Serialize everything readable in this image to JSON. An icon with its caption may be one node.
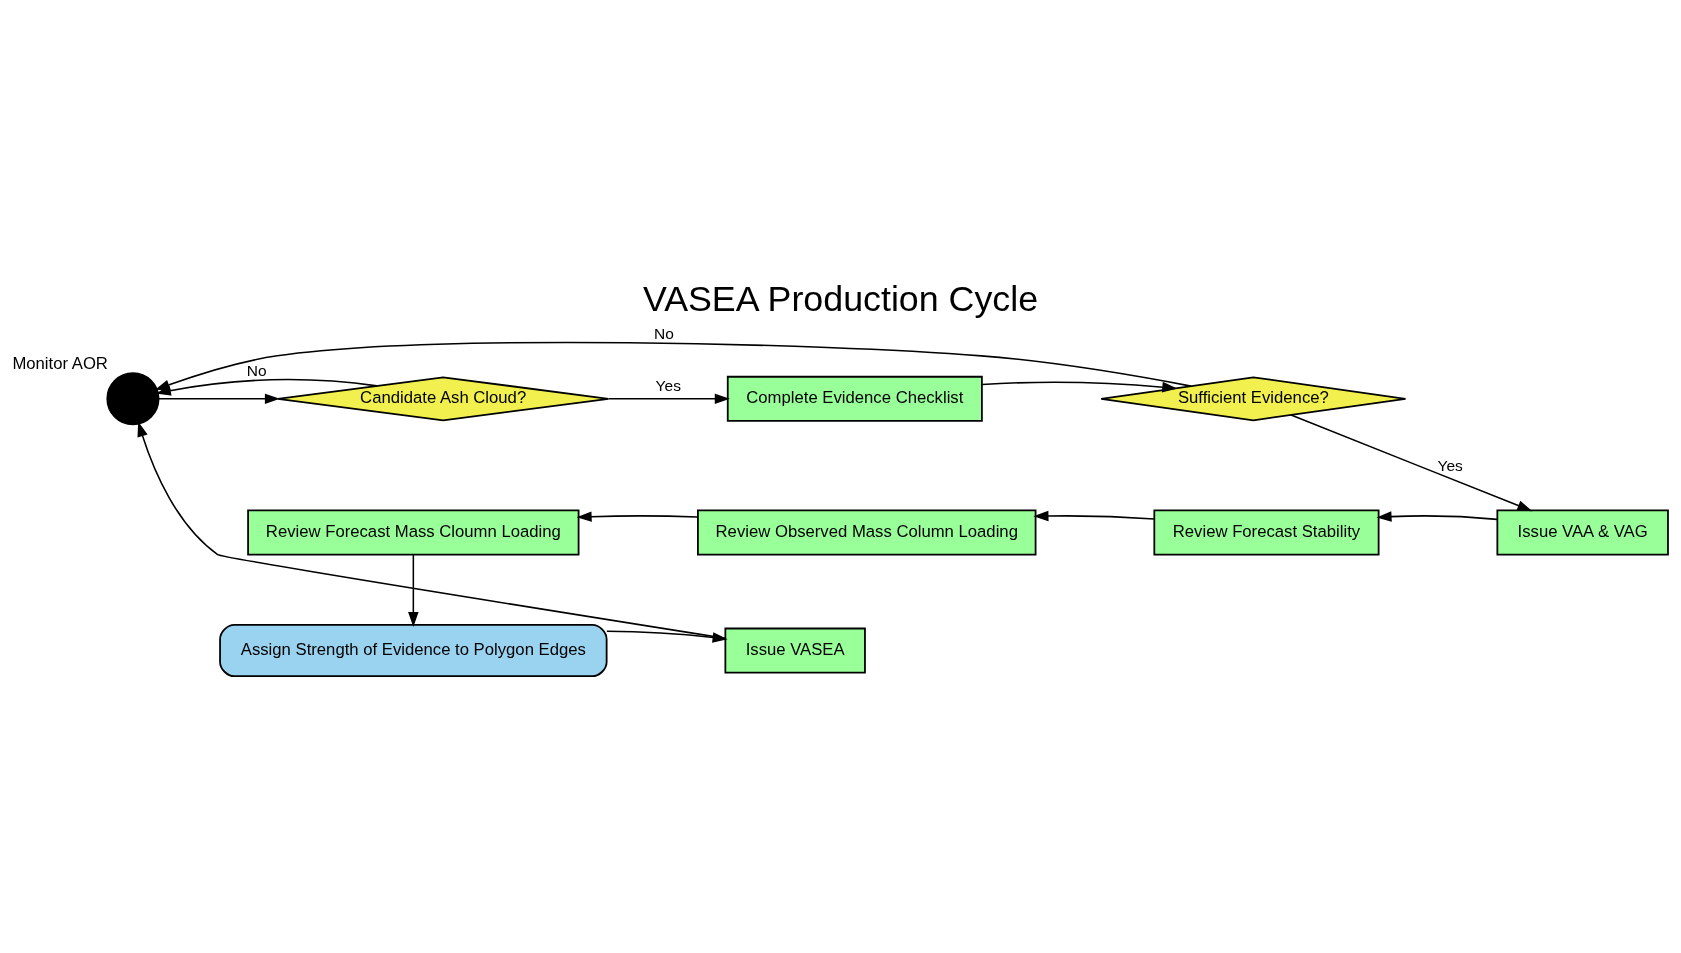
{
  "diagram": {
    "title": "VASEA Production Cycle",
    "nodes": [
      {
        "text": [],
        "shape": "circle",
        "beside": [
          "Monitor AOR"
        ]
      },
      {
        "text": [
          "Candidate Ash Cloud?"
        ]
      },
      {
        "text": [
          "Complete Evidence Checklist"
        ]
      },
      {
        "text": [
          "Sufficient Evidence?"
        ]
      },
      {
        "text": [
          "Issue VAA & VAG"
        ]
      },
      {
        "text": [
          "Review Forecast Stability"
        ]
      },
      {
        "text": [
          "Review Observed Mass Column Loading"
        ]
      },
      {
        "text": [
          "Review Forecast Mass Cloumn Loading"
        ]
      },
      {
        "text": [
          "Assign Strength of Evidence to Polygon Edges"
        ]
      },
      {
        "text": [
          "Issue VASEA"
        ]
      }
    ],
    "edges": [
      {
        "from": 0,
        "to": 1,
        "arrow": "to"
      },
      {
        "from": 1,
        "to": 2,
        "arrow": "to",
        "label": "Yes"
      },
      {
        "from": 1,
        "to": 0,
        "arrow": "to",
        "label": "No"
      },
      {
        "from": 2,
        "to": 3,
        "arrow": "to"
      },
      {
        "from": 3,
        "to": 0,
        "arrow": "to",
        "label": "No"
      },
      {
        "from": 3,
        "to": 4,
        "arrow": "to",
        "label": "Yes"
      },
      {
        "from": 4,
        "to": 5,
        "arrow": "to"
      },
      {
        "from": 5,
        "to": 6,
        "arrow": "to"
      },
      {
        "from": 6,
        "to": 7,
        "arrow": "to"
      },
      {
        "from": 7,
        "to": 8,
        "arrow": "to"
      },
      {
        "from": 8,
        "to": 9,
        "arrow": "to"
      },
      {
        "from": 9,
        "to": 0,
        "arrow": "to"
      }
    ]
  }
}
